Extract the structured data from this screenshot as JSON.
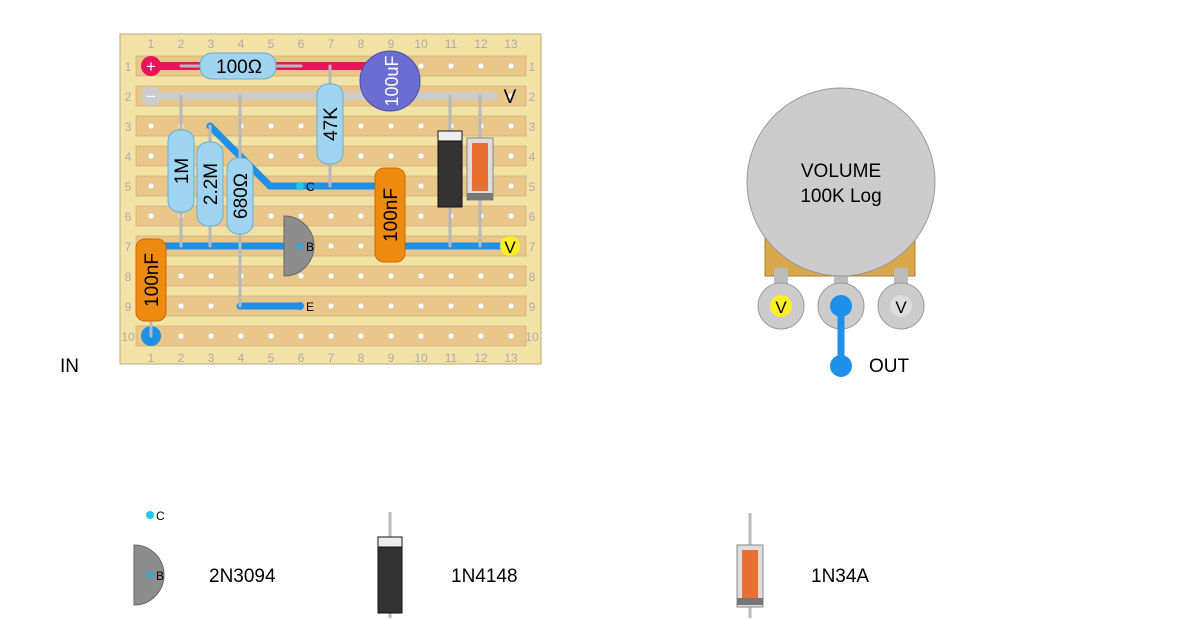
{
  "board": {
    "columns": [
      "1",
      "2",
      "3",
      "4",
      "5",
      "6",
      "7",
      "8",
      "9",
      "10",
      "11",
      "12",
      "13"
    ],
    "rows": [
      "1",
      "2",
      "3",
      "4",
      "5",
      "6",
      "7",
      "8",
      "9",
      "10"
    ],
    "colors": {
      "board": "#f3e2a6",
      "strip": "#e9c78a",
      "hole": "#ffffff",
      "wire_blue": "#1e90e8",
      "wire_red": "#e8145a",
      "wire_grey": "#cccccc"
    }
  },
  "components": {
    "r_100ohm": "100Ω",
    "cap_100uf": "100uF",
    "r_47k": "47K",
    "r_1m": "1M",
    "r_2m2": "2.2M",
    "r_680": "680Ω",
    "cap_100nf_a": "100nF",
    "cap_100nf_b": "100nF"
  },
  "markers": {
    "plus": "+",
    "minus": "−",
    "v": "V",
    "c": "C",
    "b": "B",
    "e": "E"
  },
  "labels": {
    "in": "IN",
    "out": "OUT"
  },
  "pot": {
    "line1": "VOLUME",
    "line2": "100K Log",
    "pin_left": "V",
    "pin_right": "V"
  },
  "legend": {
    "transistor": {
      "name": "2N3094",
      "c": "C",
      "b": "B"
    },
    "diode1": {
      "name": "1N4148"
    },
    "diode2": {
      "name": "1N34A"
    }
  }
}
